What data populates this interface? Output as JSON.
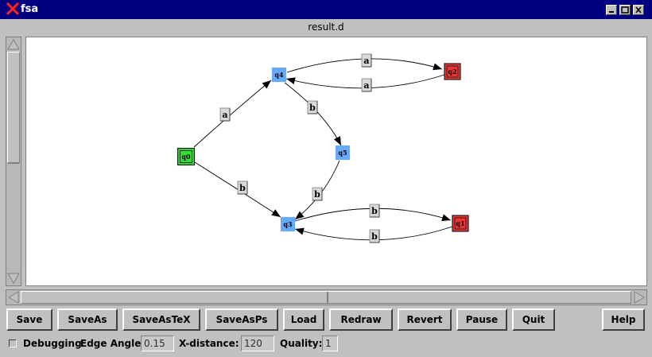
{
  "window": {
    "title": "fsa",
    "filename": "result.d"
  },
  "graph": {
    "states": [
      {
        "id": "q0",
        "label": "q0",
        "kind": "start",
        "color": "#33dd33"
      },
      {
        "id": "q4",
        "label": "q4",
        "kind": "normal",
        "color": "#66aaff"
      },
      {
        "id": "q5",
        "label": "q5",
        "kind": "normal",
        "color": "#66aaff"
      },
      {
        "id": "q3",
        "label": "q3",
        "kind": "normal",
        "color": "#66aaff"
      },
      {
        "id": "q2",
        "label": "q2",
        "kind": "final",
        "color": "#ee3333"
      },
      {
        "id": "q1",
        "label": "q1",
        "kind": "final",
        "color": "#ee3333"
      }
    ],
    "edges": [
      {
        "from": "q0",
        "to": "q4",
        "label": "a"
      },
      {
        "from": "q0",
        "to": "q3",
        "label": "b"
      },
      {
        "from": "q4",
        "to": "q2",
        "label": "a"
      },
      {
        "from": "q2",
        "to": "q4",
        "label": "a"
      },
      {
        "from": "q4",
        "to": "q5",
        "label": "b"
      },
      {
        "from": "q5",
        "to": "q3",
        "label": "b"
      },
      {
        "from": "q3",
        "to": "q1",
        "label": "b"
      },
      {
        "from": "q1",
        "to": "q3",
        "label": "b"
      }
    ]
  },
  "toolbar": {
    "save": "Save",
    "saveas": "SaveAs",
    "saveastex": "SaveAsTeX",
    "saveasps": "SaveAsPs",
    "load": "Load",
    "redraw": "Redraw",
    "revert": "Revert",
    "pause": "Pause",
    "quit": "Quit",
    "help": "Help"
  },
  "status": {
    "debugging_label": "Debugging",
    "edge_angle_label": "Edge Angle:",
    "edge_angle_value": "0.15",
    "xdistance_label": "X-distance:",
    "xdistance_value": "120",
    "quality_label": "Quality:",
    "quality_value": "1"
  }
}
